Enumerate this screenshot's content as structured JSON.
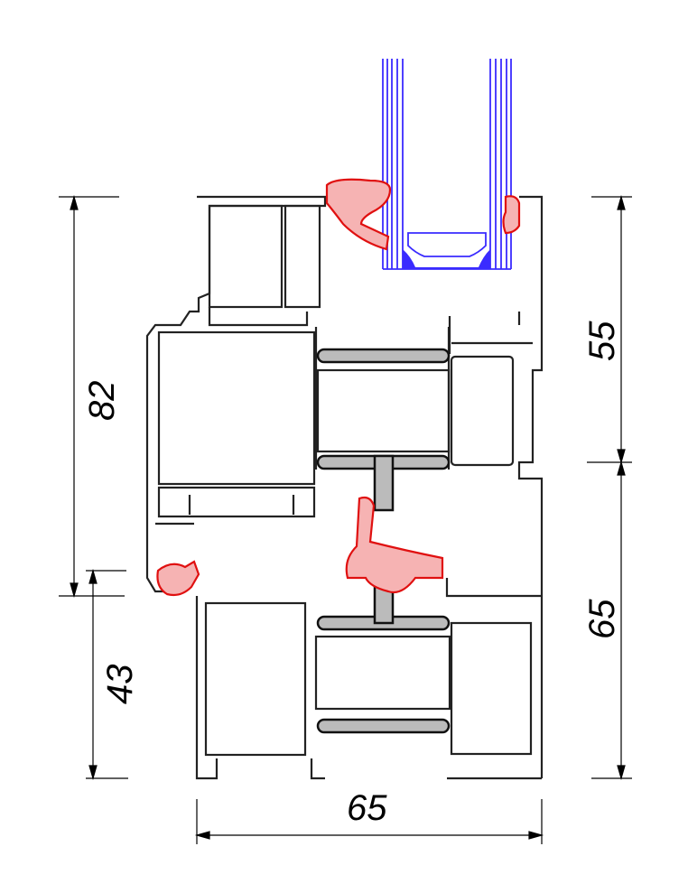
{
  "dimensions": {
    "left_upper": "82",
    "left_lower": "43",
    "right_upper": "55",
    "right_lower": "65",
    "bottom_width": "65"
  },
  "colors": {
    "profile": "#222222",
    "gasket": "#e01010",
    "glazing": "#3a2bff",
    "thermal_break": "#bbbbbb"
  }
}
